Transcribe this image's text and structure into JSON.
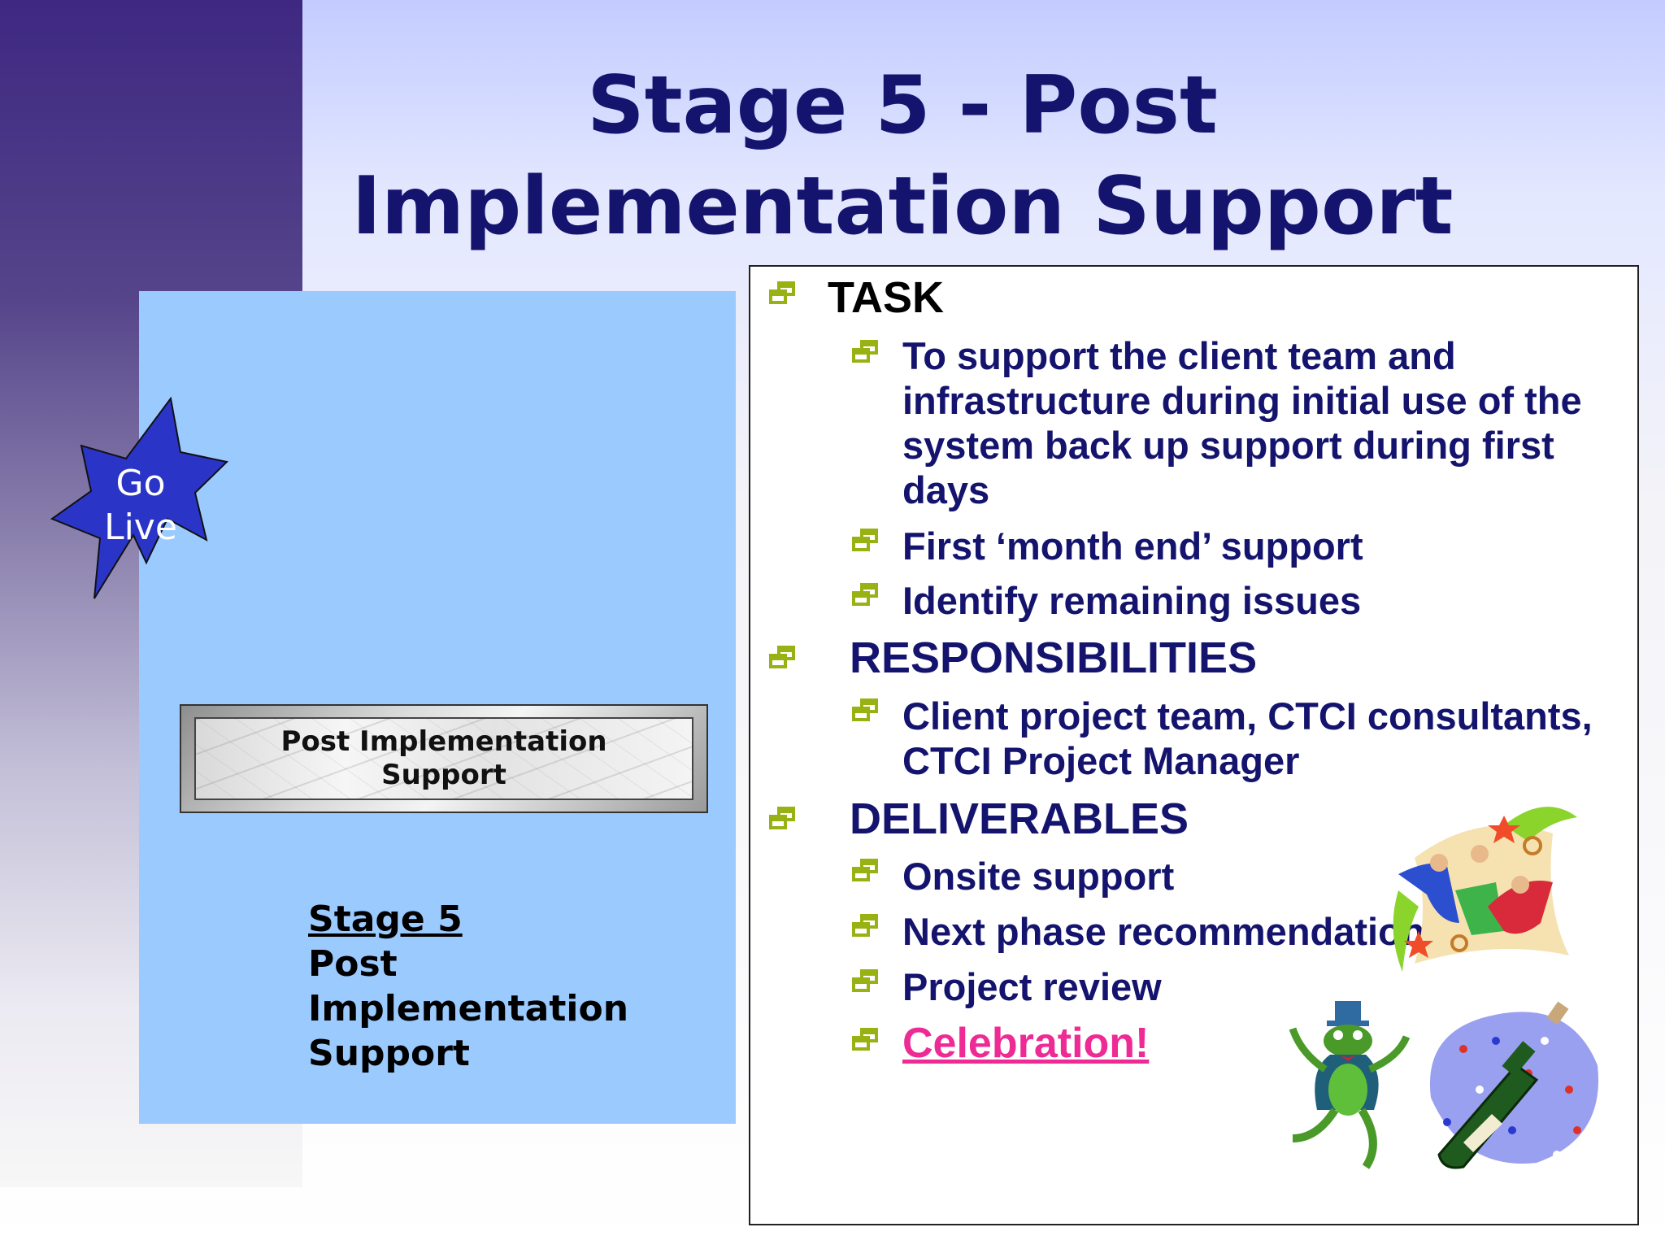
{
  "slide": {
    "title": "Stage 5 - Post Implementation Support"
  },
  "left_panel": {
    "burst_label": "Go Live",
    "burst_color": "#2a35c8",
    "box_label": "Post Implementation Support",
    "caption": {
      "heading": "Stage 5",
      "lines": [
        "Post",
        "Implementation",
        "Support"
      ]
    }
  },
  "content": {
    "bullet_color": "#99b213",
    "task": {
      "heading": "TASK",
      "items": [
        "To support the client team and infrastructure during initial use of the system back up support during first days",
        "First ‘month end’ support",
        "Identify remaining issues"
      ]
    },
    "responsibilities": {
      "heading": "RESPONSIBILITIES",
      "items": [
        "Client project team, CTCI consultants, CTCI Project Manager"
      ]
    },
    "deliverables": {
      "heading": "DELIVERABLES",
      "items": [
        "Onsite support",
        "Next  phase recommendations",
        "Project review",
        "Celebration!"
      ]
    }
  }
}
